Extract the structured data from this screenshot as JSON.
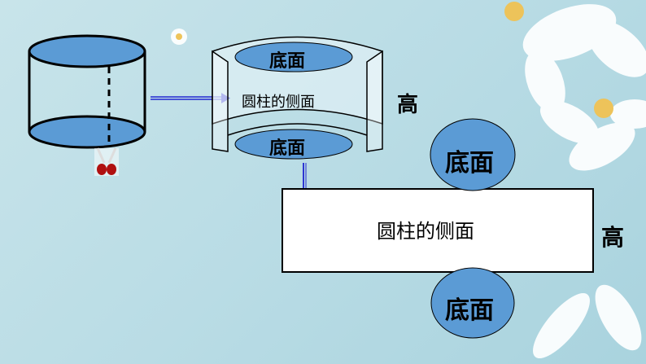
{
  "diagram": {
    "base_label": "底面",
    "lateral_label": "圆柱的侧面",
    "height_label": "高",
    "colors": {
      "base_fill": "#5b9bd5",
      "arrow": "#0000cc",
      "background": "#bcdde6"
    }
  }
}
